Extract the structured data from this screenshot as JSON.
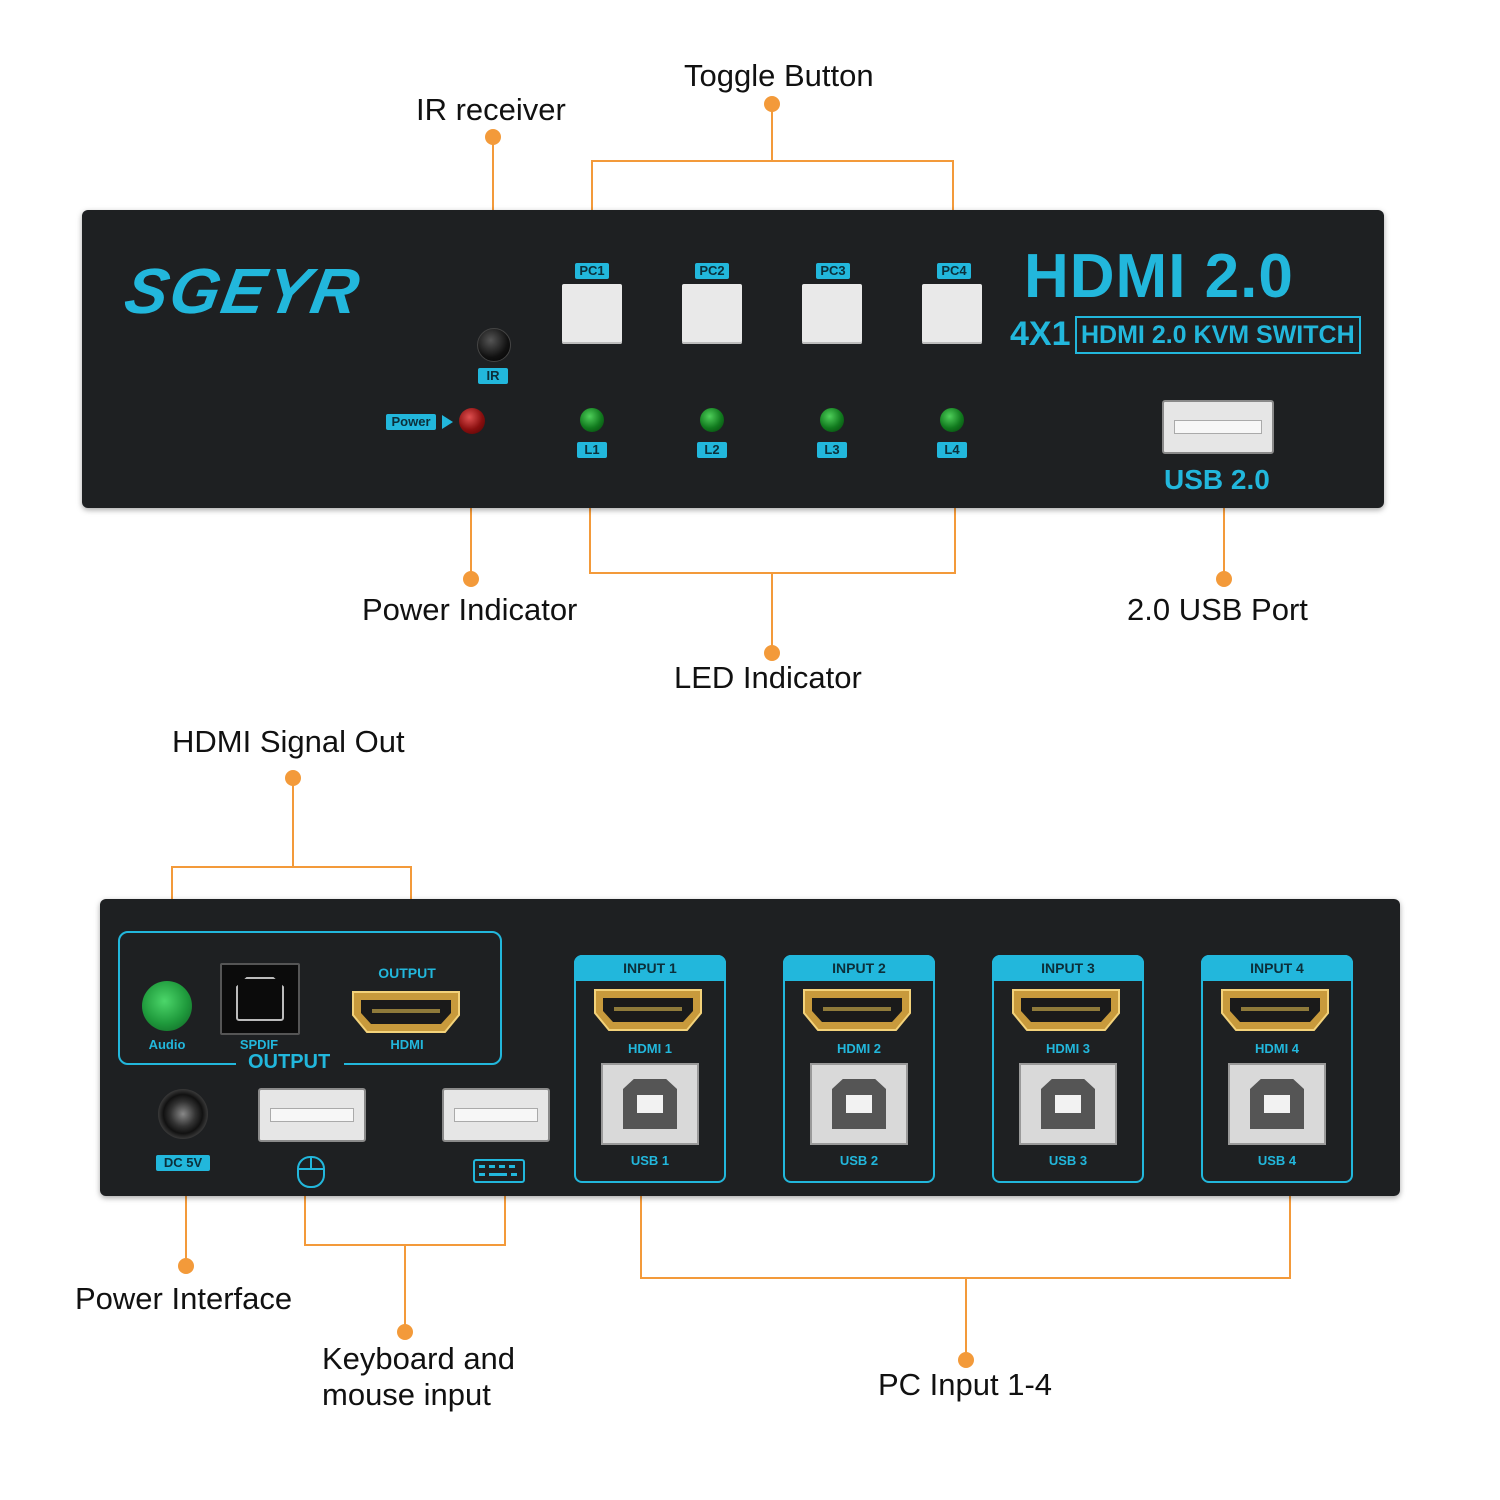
{
  "colors": {
    "accent": "#22b7dc",
    "callout_line": "#f39a3a",
    "panel": "#1e2022"
  },
  "front": {
    "brand": "SGEYR",
    "hdmi_big": "HDMI 2.0",
    "model_prefix": "4X1",
    "model_name": "HDMI 2.0 KVM SWITCH",
    "ir_label": "IR",
    "power_label": "Power",
    "pc_labels": [
      "PC1",
      "PC2",
      "PC3",
      "PC4"
    ],
    "led_labels": [
      "L1",
      "L2",
      "L3",
      "L4"
    ],
    "usb_label": "USB 2.0"
  },
  "front_callouts": {
    "toggle": "Toggle Button",
    "ir": "IR receiver",
    "power": "Power Indicator",
    "led": "LED Indicator",
    "usb": "2.0 USB Port"
  },
  "rear": {
    "audio_label": "Audio",
    "spdif_label": "SPDIF",
    "output_small": "OUTPUT",
    "hdmi_out_label": "HDMI",
    "output_group": "OUTPUT",
    "dc_label": "DC 5V",
    "inputs": [
      {
        "head": "INPUT 1",
        "hdmi": "HDMI 1",
        "usb": "USB 1"
      },
      {
        "head": "INPUT 2",
        "hdmi": "HDMI 2",
        "usb": "USB 2"
      },
      {
        "head": "INPUT 3",
        "hdmi": "HDMI 3",
        "usb": "USB 3"
      },
      {
        "head": "INPUT 4",
        "hdmi": "HDMI 4",
        "usb": "USB 4"
      }
    ]
  },
  "rear_callouts": {
    "hdmi_out": "HDMI Signal Out",
    "power_interface": "Power Interface",
    "keyboard_line1": "Keyboard and",
    "keyboard_line2": "mouse input",
    "pc_input": "PC Input 1-4"
  }
}
